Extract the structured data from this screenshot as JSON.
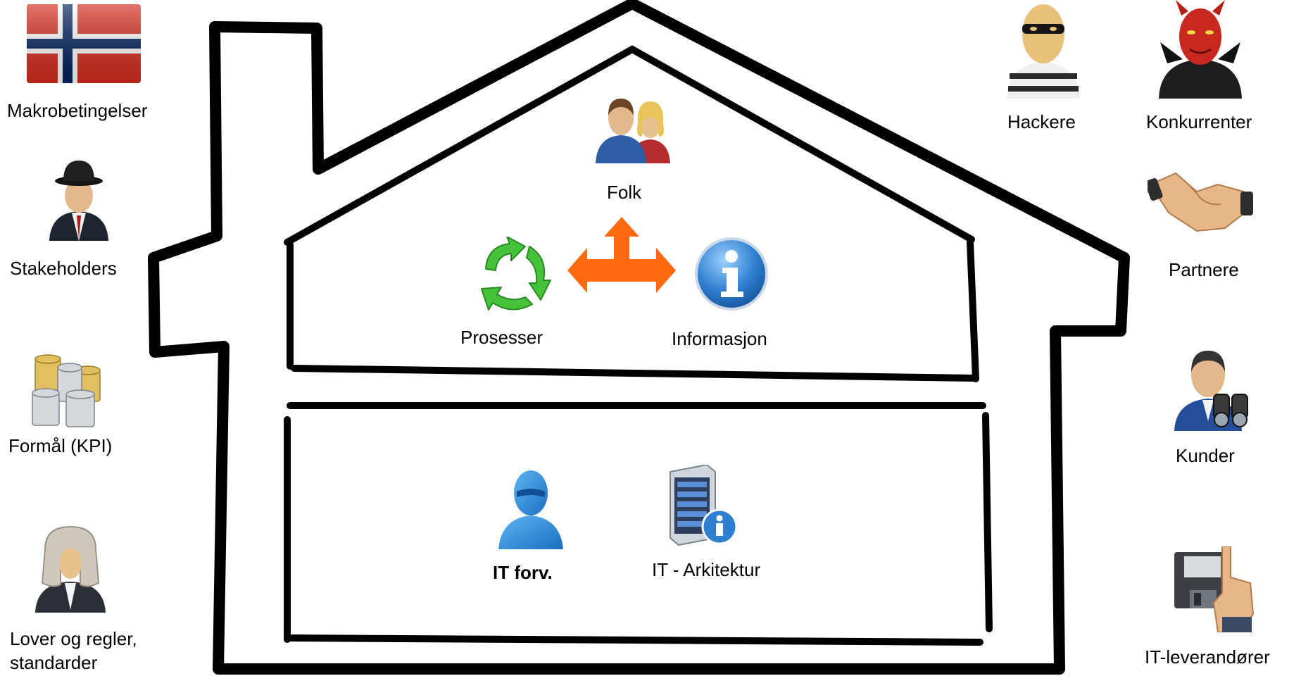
{
  "left_factors": {
    "macro": "Makrobetingelser",
    "stakeholders": "Stakeholders",
    "purpose": "Formål (KPI)",
    "laws_line1": "Lover og regler,",
    "laws_line2": "standarder"
  },
  "right_factors": {
    "hackers": "Hackere",
    "competitors": "Konkurrenter",
    "partners": "Partnere",
    "customers": "Kunder",
    "it_suppliers": "IT-leverandører"
  },
  "business_floor": {
    "people": "Folk",
    "processes": "Prosesser",
    "information": "Informasjon"
  },
  "it_floor": {
    "it_governance": "IT forv.",
    "it_architecture": "IT - Arkitektur"
  },
  "colors": {
    "house_outline": "#000000",
    "arrow": "#ff6a10",
    "recycle_green": "#46c23a",
    "info_blue": "#2f7fd0",
    "flag_red": "#d52b1e",
    "flag_blue": "#00205b"
  },
  "icons": {
    "macro": "norway-flag-icon",
    "stakeholders": "businessman-bowler-hat-icon",
    "purpose": "coin-stacks-icon",
    "laws": "judge-wig-icon",
    "hackers": "burglar-icon",
    "competitors": "devil-icon",
    "partners": "handshake-icon",
    "customers": "person-binoculars-icon",
    "it_suppliers": "floppy-disk-hand-icon",
    "people": "people-couple-icon",
    "processes": "recycle-arrows-icon",
    "information": "information-icon",
    "it_governance": "blue-person-icon",
    "it_architecture": "server-info-icon",
    "flow": "three-way-arrow-icon"
  }
}
